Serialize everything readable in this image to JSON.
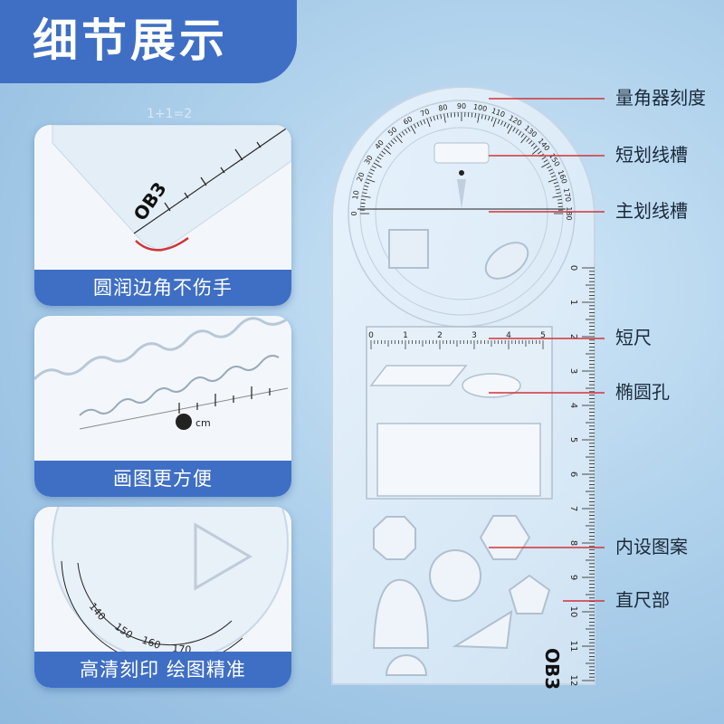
{
  "title": "细节展示",
  "panels": [
    {
      "caption": "圆润边角不伤手"
    },
    {
      "caption": "画图更方便"
    },
    {
      "caption": "高清刻印 绘图精准"
    }
  ],
  "callouts": [
    {
      "label": "量角器刻度"
    },
    {
      "label": "短划线槽"
    },
    {
      "label": "主划线槽"
    },
    {
      "label": "短尺"
    },
    {
      "label": "椭圆孔"
    },
    {
      "label": "内设图案"
    },
    {
      "label": "直尺部"
    }
  ],
  "ruler": {
    "brand_mark": "OB3",
    "unit": "cm",
    "protractor_degree_labels": [
      "0",
      "10",
      "20",
      "30",
      "40",
      "50",
      "60",
      "70",
      "80",
      "90",
      "100",
      "110",
      "120",
      "130",
      "140",
      "150",
      "160",
      "170",
      "180"
    ],
    "main_scale_labels": [
      "0",
      "1",
      "2",
      "3",
      "4",
      "5",
      "6",
      "7",
      "8",
      "9",
      "10",
      "11",
      "12"
    ],
    "short_ruler_labels": [
      "0",
      "1",
      "2",
      "3",
      "4",
      "5"
    ]
  },
  "doodle_text": "1+1=2",
  "colors": {
    "accent": "#3f6fc4",
    "callout_line": "#d2343a",
    "text": "#1a2a3a"
  }
}
